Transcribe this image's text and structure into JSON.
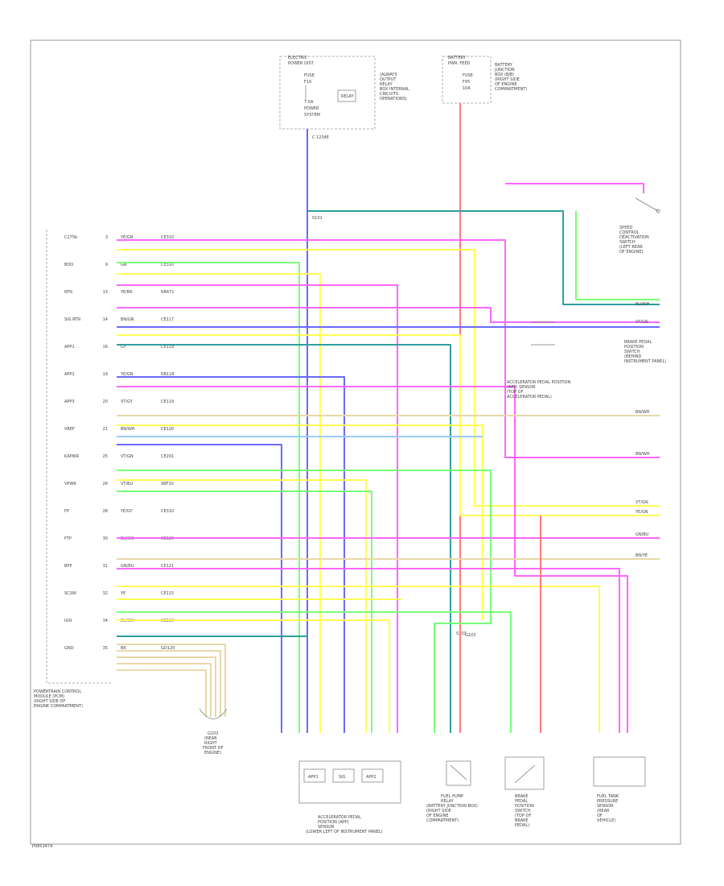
{
  "footer": {
    "code": "P9853474"
  },
  "colors": {
    "blue": "#6a6aff",
    "red": "#ff7a7a",
    "magenta": "#ff66ff",
    "yellow": "#ffff55",
    "green": "#77ff77",
    "teal": "#2f9f9f",
    "tan": "#e8d8a8",
    "light_blue": "#99ccff"
  },
  "top_left_box": {
    "title": "ELECTRIC",
    "subtitle": "POWER DIST.",
    "lines": [
      "FUSE",
      "F10",
      "7.5A",
      "POWER",
      "SYSTEM"
    ],
    "relay": "RELAY",
    "notes": [
      "(ALWAYS",
      "OUTPUT",
      "RELAY",
      "BOX INTERNAL",
      "CIRCUITS",
      "OPERATIONS)"
    ]
  },
  "top_right_box": {
    "title": "BATTERY",
    "subtitle": "PWR. FEED",
    "lines": [
      "FUSE",
      "F45",
      "10A"
    ],
    "notes": [
      "BATTERY",
      "JUNCTION",
      "BOX (BJB)",
      "(RIGHT SIDE",
      "OF ENGINE",
      "COMPARTMENT)"
    ]
  },
  "splice_label": "C 1234E",
  "s_label": "S101",
  "s2_label": "S103",
  "ground_label": "G103",
  "pcm_label": [
    "POWERTRAIN CONTROL",
    "MODULE (PCM)",
    "(RIGHT SIDE OF",
    "ENGINE COMPARTMENT)"
  ],
  "ground_note": [
    "G103",
    "(NEAR",
    "RIGHT",
    "FRONT OF",
    "ENGINE)"
  ],
  "dash_note": [
    "ACCELERATOR PEDAL POSITION",
    "(APP) SENSOR",
    "(TOP OF",
    "ACCELERATOR PEDAL)"
  ],
  "brake_note": [
    "BRAKE PEDAL",
    "POSITION",
    "SWITCH",
    "(BEHIND",
    "INSTRUMENT PANEL)"
  ],
  "right_notes": [
    "SPEED",
    "CONTROL",
    "DEACTIVATION",
    "SWITCH",
    "(LEFT REAR",
    "OF ENGINE)"
  ],
  "bottom_components": [
    {
      "label": [
        "ACCELERATOR PEDAL",
        "POSITION (APP)",
        "SENSOR",
        "(LOWER LEFT OF INSTRUMENT PANEL)"
      ],
      "pins": [
        "APP1",
        "SIG",
        "APP2"
      ]
    },
    {
      "label": [
        "FUEL PUMP",
        "RELAY",
        "(BATTERY JUNCTION BOX)",
        "(RIGHT SIDE",
        "OF ENGINE",
        "COMPARTMENT)"
      ]
    },
    {
      "label": [
        "BRAKE",
        "PEDAL",
        "POSITION",
        "SWITCH",
        "(TOP OF",
        "BRAKE",
        "PEDAL)"
      ]
    },
    {
      "label": [
        "FUEL TANK",
        "PRESSURE",
        "SENSOR",
        "(REAR",
        "OF",
        "VEHICLE)"
      ]
    }
  ],
  "pcm_pins": [
    {
      "name": "C175b",
      "pin": "3",
      "wire": "YE/GN",
      "circuit": "CE310"
    },
    {
      "name": "BOO",
      "pin": "9",
      "wire": "GN",
      "circuit": "CE310"
    },
    {
      "name": "RTN",
      "pin": "13",
      "wire": "YE/BK",
      "circuit": "RB471"
    },
    {
      "name": "SIG RTN",
      "pin": "14",
      "wire": "BN/GN",
      "circuit": "CE117"
    },
    {
      "name": "APP1",
      "pin": "16",
      "wire": "GY",
      "circuit": "CE119"
    },
    {
      "name": "APP2",
      "pin": "19",
      "wire": "YE/GN",
      "circuit": "RB118"
    },
    {
      "name": "APP3",
      "pin": "20",
      "wire": "VT/GY",
      "circuit": "CE119"
    },
    {
      "name": "VREF",
      "pin": "21",
      "wire": "BN/WH",
      "circuit": "CE120"
    },
    {
      "name": "KAPWR",
      "pin": "25",
      "wire": "VT/GN",
      "circuit": "CE201"
    },
    {
      "name": "VPWR",
      "pin": "26",
      "wire": "VT/BU",
      "circuit": "SBF10"
    },
    {
      "name": "FP",
      "pin": "28",
      "wire": "YE/GY",
      "circuit": "CE310"
    },
    {
      "name": "FTP",
      "pin": "30",
      "wire": "BU/OG",
      "circuit": "CE120"
    },
    {
      "name": "BPP",
      "pin": "31",
      "wire": "GN/BU",
      "circuit": "CE121"
    },
    {
      "name": "SCSW",
      "pin": "32",
      "wire": "YE",
      "circuit": "CE115"
    },
    {
      "name": "IGN",
      "pin": "34",
      "wire": "BU/WH",
      "circuit": "CE119"
    },
    {
      "name": "GND",
      "pin": "35",
      "wire": "BK",
      "circuit": "GD120"
    }
  ],
  "right_edge_labels": [
    "BU/WH",
    "BN/WH",
    "BN/WH",
    "VT/GN",
    "YE/GN",
    "GN/BU",
    "BN/YE",
    "VT/GN"
  ]
}
